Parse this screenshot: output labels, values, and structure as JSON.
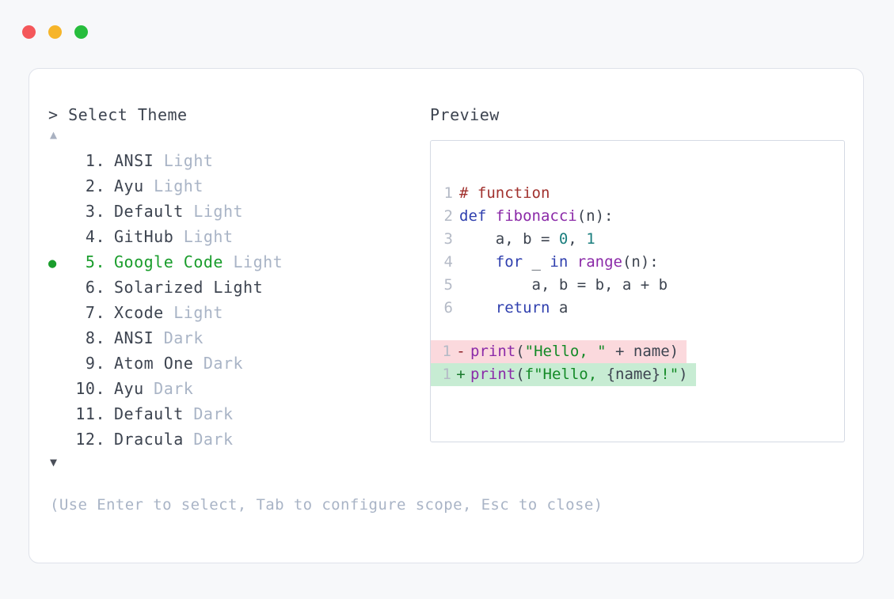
{
  "window": {
    "dots": [
      {
        "name": "close",
        "color": "#f4575a"
      },
      {
        "name": "minimize",
        "color": "#f6b52a"
      },
      {
        "name": "maximize",
        "color": "#27bd3d"
      }
    ]
  },
  "picker": {
    "prompt": "> Select Theme",
    "scroll_up": "▲",
    "scroll_down": "▼",
    "selected_index": 5,
    "selected_bullet": "●",
    "items": [
      {
        "num": "1.",
        "name": "ANSI",
        "variant": " Light",
        "variant_dim": true,
        "selected": false
      },
      {
        "num": "2.",
        "name": "Ayu",
        "variant": " Light",
        "variant_dim": true,
        "selected": false
      },
      {
        "num": "3.",
        "name": "Default",
        "variant": " Light",
        "variant_dim": true,
        "selected": false
      },
      {
        "num": "4.",
        "name": "GitHub",
        "variant": " Light",
        "variant_dim": true,
        "selected": false
      },
      {
        "num": "5.",
        "name": "Google Code",
        "variant": " Light",
        "variant_dim": true,
        "selected": true
      },
      {
        "num": "6.",
        "name": "Solarized Light",
        "variant": "",
        "variant_dim": false,
        "selected": false
      },
      {
        "num": "7.",
        "name": "Xcode",
        "variant": " Light",
        "variant_dim": true,
        "selected": false
      },
      {
        "num": "8.",
        "name": "ANSI",
        "variant": " Dark",
        "variant_dim": true,
        "selected": false
      },
      {
        "num": "9.",
        "name": "Atom One",
        "variant": " Dark",
        "variant_dim": true,
        "selected": false
      },
      {
        "num": "10.",
        "name": "Ayu",
        "variant": " Dark",
        "variant_dim": true,
        "selected": false
      },
      {
        "num": "11.",
        "name": "Default",
        "variant": " Dark",
        "variant_dim": true,
        "selected": false
      },
      {
        "num": "12.",
        "name": "Dracula",
        "variant": " Dark",
        "variant_dim": true,
        "selected": false
      }
    ],
    "footer_hint": "(Use Enter to select, Tab to configure scope, Esc to close)"
  },
  "preview": {
    "label": "Preview",
    "code_lines": [
      {
        "ln": "1",
        "tokens": [
          {
            "t": "# function",
            "c": "comment"
          }
        ]
      },
      {
        "ln": "2",
        "tokens": [
          {
            "t": "def ",
            "c": "keyword"
          },
          {
            "t": "fibonacci",
            "c": "func"
          },
          {
            "t": "(n):",
            "c": "plain"
          }
        ]
      },
      {
        "ln": "3",
        "tokens": [
          {
            "t": "    a, b = ",
            "c": "plain"
          },
          {
            "t": "0",
            "c": "number"
          },
          {
            "t": ", ",
            "c": "plain"
          },
          {
            "t": "1",
            "c": "number"
          }
        ]
      },
      {
        "ln": "4",
        "tokens": [
          {
            "t": "    ",
            "c": "plain"
          },
          {
            "t": "for",
            "c": "keyword"
          },
          {
            "t": " _ ",
            "c": "plain"
          },
          {
            "t": "in",
            "c": "keyword"
          },
          {
            "t": " ",
            "c": "plain"
          },
          {
            "t": "range",
            "c": "builtin"
          },
          {
            "t": "(n):",
            "c": "plain"
          }
        ]
      },
      {
        "ln": "5",
        "tokens": [
          {
            "t": "        a, b = b, a + b",
            "c": "plain"
          }
        ]
      },
      {
        "ln": "6",
        "tokens": [
          {
            "t": "    ",
            "c": "plain"
          },
          {
            "t": "return",
            "c": "keyword"
          },
          {
            "t": " a",
            "c": "plain"
          }
        ]
      }
    ],
    "diff_lines": [
      {
        "ln": "1",
        "mark": "-",
        "kind": "del",
        "tokens": [
          {
            "t": "print",
            "c": "builtin"
          },
          {
            "t": "(",
            "c": "plain"
          },
          {
            "t": "\"Hello, \"",
            "c": "string"
          },
          {
            "t": " + name)",
            "c": "plain"
          }
        ]
      },
      {
        "ln": "1",
        "mark": "+",
        "kind": "add",
        "tokens": [
          {
            "t": "print",
            "c": "builtin"
          },
          {
            "t": "(",
            "c": "plain"
          },
          {
            "t": "f\"Hello, ",
            "c": "string"
          },
          {
            "t": "{name}",
            "c": "plain"
          },
          {
            "t": "!\"",
            "c": "string"
          },
          {
            "t": ")",
            "c": "plain"
          }
        ]
      }
    ]
  },
  "colors": {
    "page_bg": "#f7f8fa",
    "card_bg": "#ffffff",
    "card_border": "#dfe2ea",
    "panel_border": "#d5dae4",
    "text": "#3d4450",
    "dim_text": "#a9b4c6",
    "accent_green": "#1a9d2c",
    "diff_del_bg": "#fbd9dd",
    "diff_add_bg": "#c7ecd3"
  }
}
